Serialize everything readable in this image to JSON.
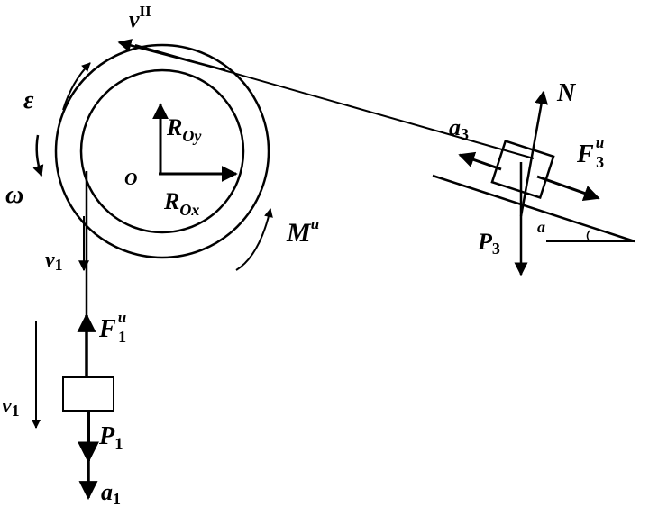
{
  "labels": {
    "v_top": "v",
    "v_top_sup": "II",
    "epsilon": "ε",
    "omega": "ω",
    "origin": "O",
    "r_oy": "R",
    "r_oy_sub": "Oy",
    "r_ox": "R",
    "r_ox_sub": "Ox",
    "m_inertia": "M",
    "m_inertia_sup": "u",
    "v1_cable": "v",
    "v1_cable_sub": "1",
    "f1": "F",
    "f1_sup": "u",
    "f1_sub": "1",
    "v1_side": "v",
    "v1_side_sub": "1",
    "p1": "P",
    "p1_sub": "1",
    "a1": "a",
    "a1_sub": "1",
    "a3": "a",
    "a3_sub": "3",
    "n": "N",
    "f3": "F",
    "f3_sup": "u",
    "f3_sub": "3",
    "p3": "P",
    "p3_sub": "3",
    "alpha": "a"
  },
  "colors": {
    "ink": "#000000",
    "background": "#ffffff"
  }
}
